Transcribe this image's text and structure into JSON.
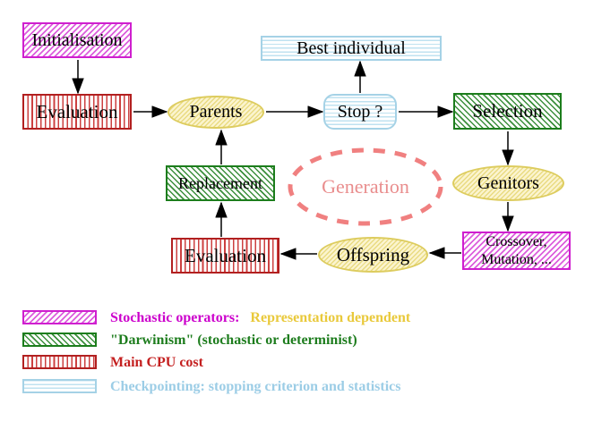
{
  "diagram": {
    "title_hint": "Evolutionary algorithm generation loop",
    "nodes": {
      "initialisation": "Initialisation",
      "evaluation_top": "Evaluation",
      "parents": "Parents",
      "stop": "Stop ?",
      "best_individual": "Best individual",
      "selection": "Selection",
      "genitors": "Genitors",
      "crossover_line1": "Crossover,",
      "crossover_line2": "Mutation, ...",
      "offspring": "Offspring",
      "evaluation_bottom": "Evaluation",
      "replacement": "Replacement",
      "generation": "Generation"
    },
    "edges": [
      {
        "from": "Initialisation",
        "to": "Evaluation"
      },
      {
        "from": "Evaluation",
        "to": "Parents"
      },
      {
        "from": "Parents",
        "to": "Stop ?"
      },
      {
        "from": "Stop ?",
        "to": "Best individual"
      },
      {
        "from": "Stop ?",
        "to": "Selection"
      },
      {
        "from": "Selection",
        "to": "Genitors"
      },
      {
        "from": "Genitors",
        "to": "Crossover, Mutation, ..."
      },
      {
        "from": "Crossover, Mutation, ...",
        "to": "Offspring"
      },
      {
        "from": "Offspring",
        "to": "Evaluation"
      },
      {
        "from": "Evaluation",
        "to": "Replacement"
      },
      {
        "from": "Replacement",
        "to": "Parents"
      }
    ]
  },
  "legend": {
    "items": [
      {
        "swatch": "magenta-diagonal-hatch",
        "label": "Stochastic operators:",
        "label2": "Representation dependent"
      },
      {
        "swatch": "green-diagonal-hatch",
        "label": "\"Darwinism\" (stochastic or determinist)"
      },
      {
        "swatch": "red-vertical-stripes",
        "label": "Main CPU cost"
      },
      {
        "swatch": "cyan-horizontal-stripes",
        "label": "Checkpointing: stopping criterion and statistics"
      }
    ]
  },
  "palette": {
    "magenta": "#cc00cc",
    "gold": "#e9c93b",
    "green": "#1e7d1e",
    "red": "#c42020",
    "light_blue": "#9ccde6",
    "salmon": "#f08080",
    "yellow_node_border": "#ddcc5e",
    "arrow_black": "#000000"
  }
}
